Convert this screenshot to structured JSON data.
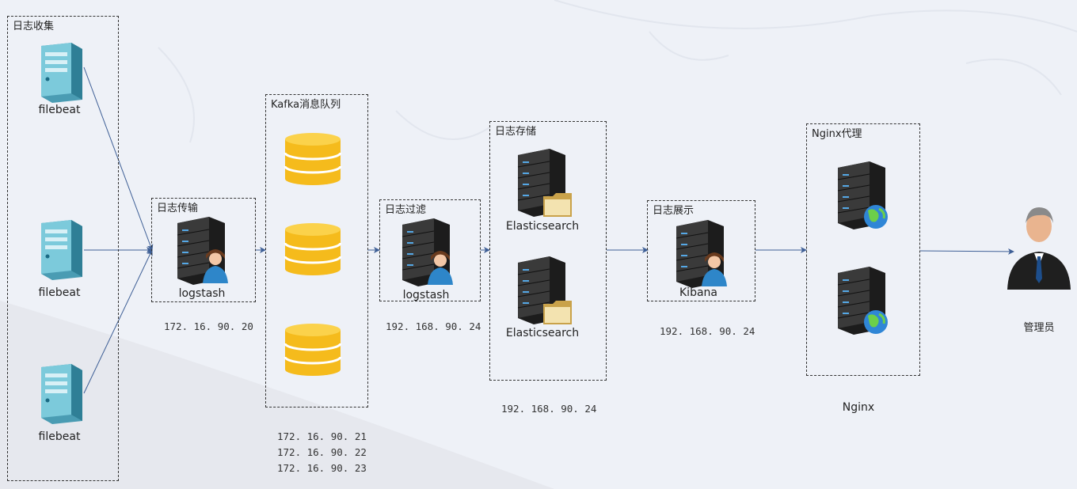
{
  "groups": {
    "collect": {
      "title": "日志收集"
    },
    "transport": {
      "title": "日志传输"
    },
    "kafka": {
      "title": "Kafka消息队列"
    },
    "filter": {
      "title": "日志过滤"
    },
    "storage": {
      "title": "日志存储"
    },
    "display": {
      "title": "日志展示"
    },
    "nginx": {
      "title": "Nginx代理"
    }
  },
  "nodes": {
    "filebeat_1": "filebeat",
    "filebeat_2": "filebeat",
    "filebeat_3": "filebeat",
    "logstash_transport": "logstash",
    "logstash_filter": "logstash",
    "elasticsearch_1": "Elasticsearch",
    "elasticsearch_2": "Elasticsearch",
    "kibana": "Kibana",
    "nginx": "Nginx",
    "admin": "管理员"
  },
  "ips": {
    "transport": "172. 16. 90. 20",
    "kafka": [
      "172. 16. 90. 21",
      "172. 16. 90. 22",
      "172. 16. 90. 23"
    ],
    "filter": "192. 168. 90. 24",
    "storage": "192. 168. 90. 24",
    "display": "192. 168. 90. 24"
  },
  "colors": {
    "background": "#eef1f7",
    "connector": "#3e5f96",
    "database": "#f5bb1c",
    "server_dark": "#2b2b2b",
    "filebeat_server": "#5fb3c7",
    "user_icon": "#2e86c9"
  }
}
